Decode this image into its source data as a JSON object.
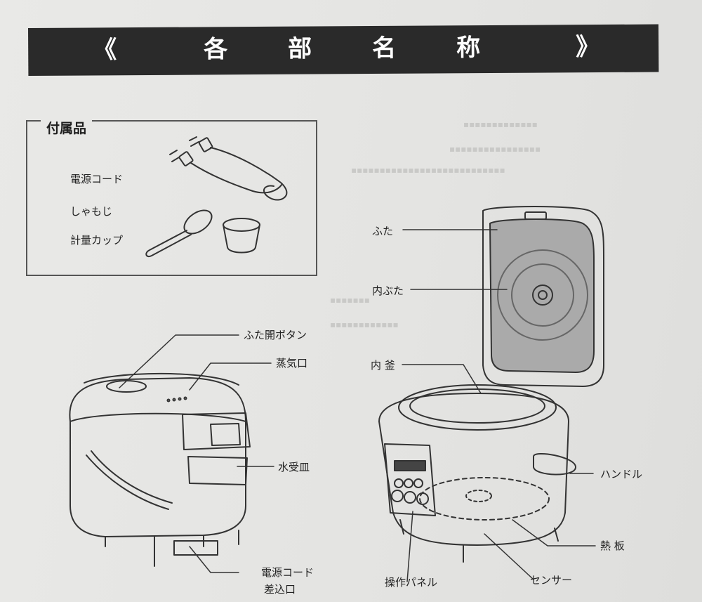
{
  "header": {
    "bracket_left": "《",
    "title_chars": [
      "各",
      "部",
      "名",
      "称"
    ],
    "bracket_right": "》"
  },
  "accessories": {
    "title": "付属品",
    "items": [
      "電源コード",
      "しゃもじ",
      "計量カップ"
    ]
  },
  "left_unit_labels": {
    "lid_open_button": "ふた開ボタン",
    "steam_vent": "蒸気口",
    "water_tray": "水受皿",
    "power_inlet_line1": "電源コード",
    "power_inlet_line2": "差込口"
  },
  "right_unit_labels": {
    "lid": "ふた",
    "inner_lid": "内ぶた",
    "inner_pot": "内 釜",
    "handle": "ハンドル",
    "heating_plate": "熱 板",
    "sensor": "センサー",
    "control_panel": "操作パネル"
  }
}
